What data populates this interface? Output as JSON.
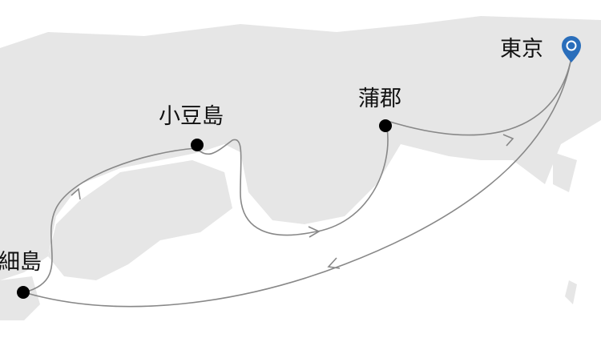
{
  "map": {
    "ports": [
      {
        "name": "東京",
        "type": "start"
      },
      {
        "name": "蒲郡",
        "type": "stop"
      },
      {
        "name": "小豆島",
        "type": "stop"
      },
      {
        "name": "細島",
        "type": "stop"
      }
    ],
    "colors": {
      "land": "#e6e6e6",
      "sea": "#ffffff",
      "route": "#888888",
      "pin": "#2a6ebb",
      "dot": "#000000"
    }
  }
}
